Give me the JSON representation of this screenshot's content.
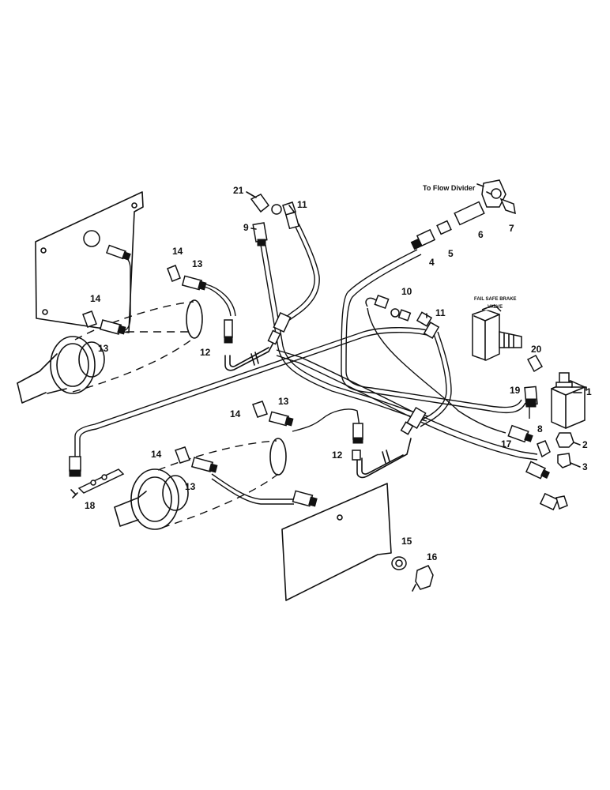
{
  "labels": {
    "to_flow_divider": "To Flow Divider",
    "fail_safe_brake_valve_line1": "FAIL SAFE BRAKE",
    "fail_safe_brake_valve_line2": "VALVE"
  },
  "callouts": {
    "c1": "1",
    "c2": "2",
    "c3": "3",
    "c4": "4",
    "c5": "5",
    "c6": "6",
    "c7": "7",
    "c8": "8",
    "c9": "9",
    "c10": "10",
    "c11a": "11",
    "c11b": "11",
    "c12a": "12",
    "c12b": "12",
    "c13a": "13",
    "c13b": "13",
    "c13c": "13",
    "c13d": "13",
    "c14a": "14",
    "c14b": "14",
    "c14c": "14",
    "c14d": "14",
    "c15": "15",
    "c16": "16",
    "c17": "17",
    "c18": "18",
    "c19": "19",
    "c20": "20",
    "c21": "21"
  }
}
